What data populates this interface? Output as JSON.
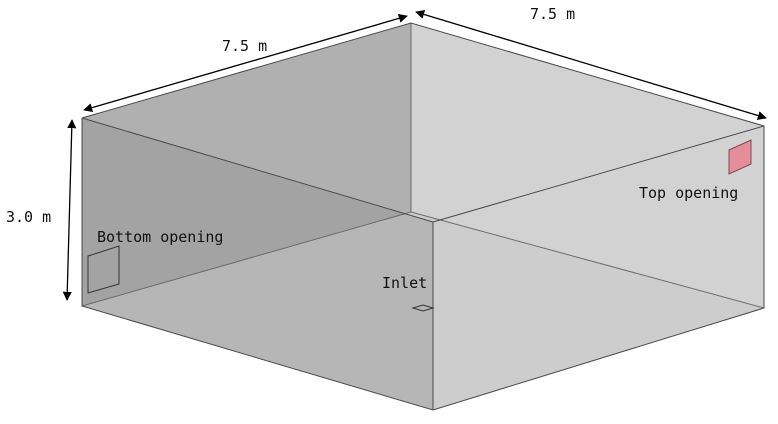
{
  "dimensions": {
    "length_label": "7.5 m",
    "width_label": "7.5 m",
    "height_label": "3.0 m"
  },
  "labels": {
    "top_opening": "Top opening",
    "bottom_opening": "Bottom opening",
    "inlet": "Inlet"
  },
  "colors": {
    "back_left_wall": "#9c9c9c",
    "top_face": "#d7d7d7",
    "back_right_wall": "#d0d0d0",
    "floor": "#c6c6c6",
    "front_left_wall": "#a9a9a9",
    "front_right_wall": "#d3d3d3",
    "top_opening": "#e58d9b",
    "edges": "#4a4a4a",
    "hidden_edges": "#6b6b6b"
  }
}
